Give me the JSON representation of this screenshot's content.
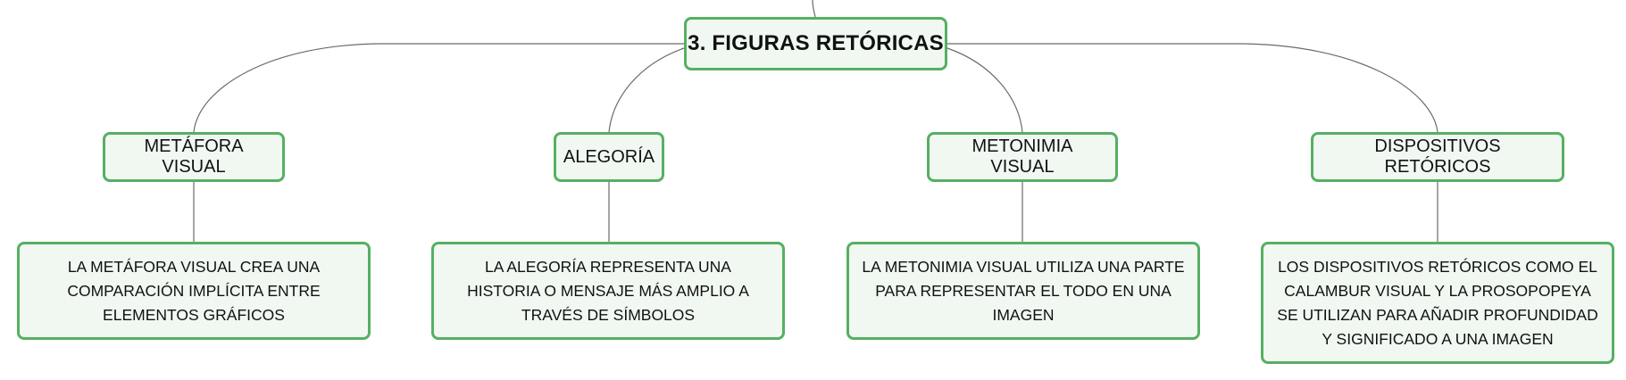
{
  "root": {
    "label": "3. FIGURAS RETÓRICAS"
  },
  "branches": [
    {
      "label": "METÁFORA VISUAL",
      "description": "LA METÁFORA VISUAL CREA UNA COMPARACIÓN IMPLÍCITA ENTRE ELEMENTOS GRÁFICOS"
    },
    {
      "label": "ALEGORÍA",
      "description": "LA ALEGORÍA REPRESENTA UNA HISTORIA O MENSAJE MÁS AMPLIO A TRAVÉS DE SÍMBOLOS"
    },
    {
      "label": "METONIMIA VISUAL",
      "description": "LA METONIMIA VISUAL UTILIZA UNA PARTE PARA REPRESENTAR EL TODO EN UNA IMAGEN"
    },
    {
      "label": "DISPOSITIVOS RETÓRICOS",
      "description": "LOS DISPOSITIVOS RETÓRICOS COMO EL CALAMBUR VISUAL Y LA PROSOPOPEYA SE UTILIZAN PARA AÑADIR PROFUNDIDAD Y SIGNIFICADO A UNA IMAGEN"
    }
  ],
  "colors": {
    "node_border": "#56b063",
    "node_fill": "#f1f8f2",
    "connector": "#6b6b6b"
  }
}
